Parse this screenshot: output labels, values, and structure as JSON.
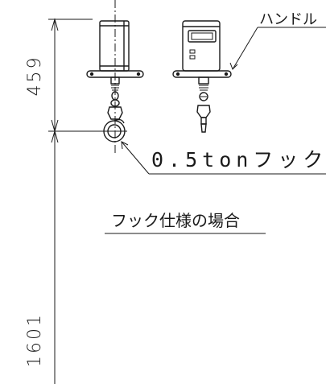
{
  "dimensions": {
    "upper": "459",
    "lower": "1601"
  },
  "labels": {
    "handle": "ハンドル",
    "hook": "0.5tonフック",
    "caption": "フック仕様の場合"
  },
  "colors": {
    "line": "#1a1a1a",
    "background": "#ffffff"
  }
}
